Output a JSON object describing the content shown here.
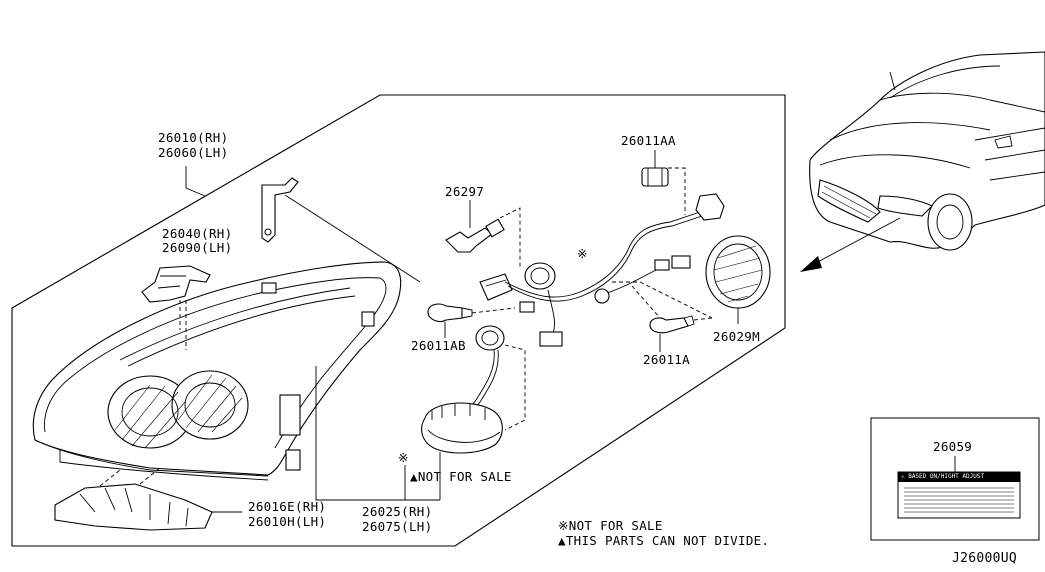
{
  "labels": {
    "headlamp_assy": {
      "rh": "26010(RH)",
      "lh": "26060(LH)"
    },
    "bracket": {
      "rh": "26040(RH)",
      "lh": "26090(LH)"
    },
    "bulb_26297": "26297",
    "bulb_26011aa": "26011AA",
    "bulb_26011ab": "26011AB",
    "bulb_26011a": "26011A",
    "cap_26029m": "26029M",
    "lower_bracket": {
      "rh": "26016E(RH)",
      "lh": "26010H(LH)"
    },
    "ballast": {
      "rh": "26025(RH)",
      "lh": "26075(LH)"
    },
    "not_for_sale_mark": "※",
    "triangle_note": "▲NOT FOR SALE",
    "legend": {
      "not_for_sale": "※NOT FOR SALE",
      "can_not_divide": "▲THIS PARTS CAN NOT DIVIDE."
    },
    "label_part": "26059",
    "sticker_title": "⚠ BASED ON/HIGHT ADJUST",
    "diagram_code": "J26000UQ"
  }
}
